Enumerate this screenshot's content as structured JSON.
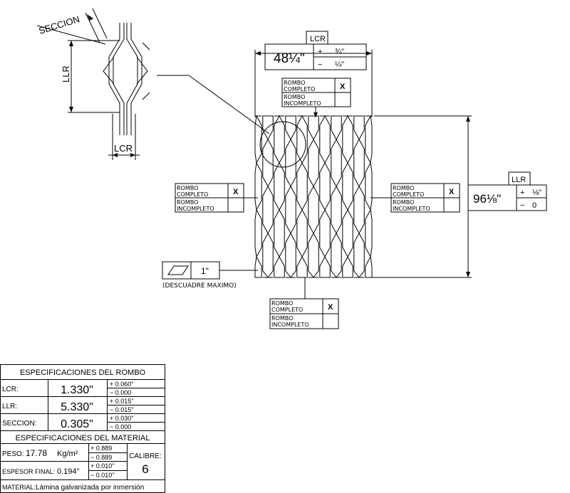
{
  "detail": {
    "seccion": "SECCION",
    "llr": "LLR",
    "lcr": "LCR"
  },
  "lcr_box": {
    "label": "LCR",
    "value": "48¼\"",
    "plus": "+",
    "plus_val": "¾\"",
    "minus": "−",
    "minus_val": "¼\""
  },
  "llr_box": {
    "label": "LLR",
    "value": "96⅛\"",
    "plus": "+",
    "plus_val": "⅛\"",
    "minus": "−",
    "minus_val": "0"
  },
  "rombo_boxes": {
    "completo_1": "ROMBO",
    "completo_2": "COMPLETO",
    "incompleto_1": "ROMBO",
    "incompleto_2": "INCOMPLETO",
    "mark": "X"
  },
  "descuadre": {
    "value": "1\"",
    "label": "(DESCUADRE MAXIMO)"
  },
  "spec_rombo": {
    "title": "ESPECIFICACIONES DEL ROMBO",
    "rows": [
      {
        "label": "LCR:",
        "value": "1.330\"",
        "plus": "+ 0.060\"",
        "minus": "− 0.000"
      },
      {
        "label": "LLR:",
        "value": "5.330\"",
        "plus": "+ 0.015\"",
        "minus": "− 0.015\""
      },
      {
        "label": "SECCION:",
        "value": "0.305\"",
        "plus": "+ 0.030\"",
        "minus": "− 0.000"
      }
    ]
  },
  "spec_material": {
    "title": "ESPECIFICACIONES DEL MATERIAL",
    "peso_label": "PESO:",
    "peso_value": "17.78",
    "peso_unit": "Kg/m²",
    "peso_plus": "+ 0.889",
    "peso_minus": "− 0.889",
    "espesor_label": "ESPESOR FINAL:",
    "espesor_value": "0.194\"",
    "espesor_plus": "+ 0.010\"",
    "espesor_minus": "− 0.010\"",
    "calibre_label": "CALIBRE:",
    "calibre_value": "6",
    "material_label": "MATERIAL:",
    "material_value": "Lámina galvanizada por inmersión"
  }
}
